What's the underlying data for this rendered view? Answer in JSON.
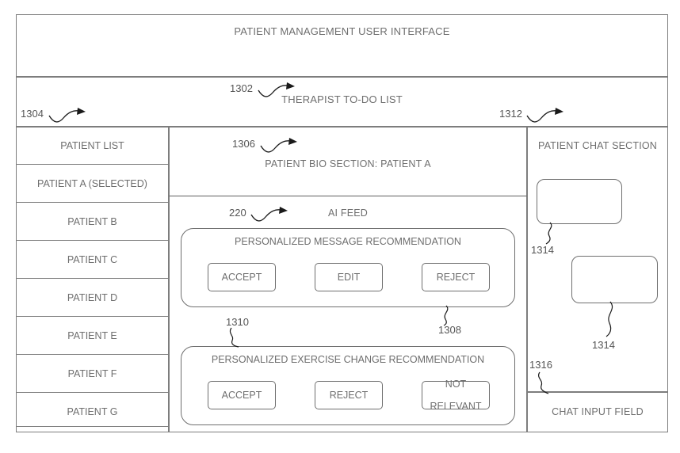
{
  "figure": {
    "header": {
      "title": "PATIENT MANAGEMENT USER INTERFACE"
    },
    "todo": {
      "title": "THERAPIST TO-DO LIST",
      "ref": "1302"
    },
    "patient_list": {
      "ref": "1304",
      "header_label": "PATIENT LIST",
      "items": [
        {
          "label": "PATIENT A (SELECTED)",
          "selected": "true"
        },
        {
          "label": "PATIENT B",
          "selected": "false"
        },
        {
          "label": "PATIENT C",
          "selected": "false"
        },
        {
          "label": "PATIENT D",
          "selected": "false"
        },
        {
          "label": "PATIENT E",
          "selected": "false"
        },
        {
          "label": "PATIENT F",
          "selected": "false"
        },
        {
          "label": "PATIENT G",
          "selected": "false"
        }
      ]
    },
    "bio_section": {
      "ref": "1306",
      "title": "PATIENT BIO SECTION: PATIENT A"
    },
    "ai_feed": {
      "ref": "220",
      "title": "AI FEED",
      "cards": [
        {
          "ref": "1308",
          "title": "PERSONALIZED MESSAGE RECOMMENDATION",
          "buttons": [
            {
              "label": "ACCEPT"
            },
            {
              "label": "EDIT"
            },
            {
              "label": "REJECT"
            }
          ]
        },
        {
          "ref": "1310",
          "title": "PERSONALIZED EXERCISE CHANGE RECOMMENDATION",
          "buttons": [
            {
              "label": "ACCEPT"
            },
            {
              "label": "REJECT"
            },
            {
              "label_line1": "NOT",
              "label_line2": "RELEVANT"
            }
          ]
        }
      ]
    },
    "chat_section": {
      "ref": "1312",
      "title": "PATIENT CHAT SECTION",
      "bubbles": [
        {
          "ref": "1314"
        },
        {
          "ref": "1314"
        }
      ],
      "input_field": {
        "ref": "1316",
        "label": "CHAT INPUT FIELD"
      }
    },
    "colors": {
      "line": "#7d7d7d",
      "text": "#6e6e6e",
      "leader": "#1a1a1a",
      "background": "#ffffff"
    }
  }
}
